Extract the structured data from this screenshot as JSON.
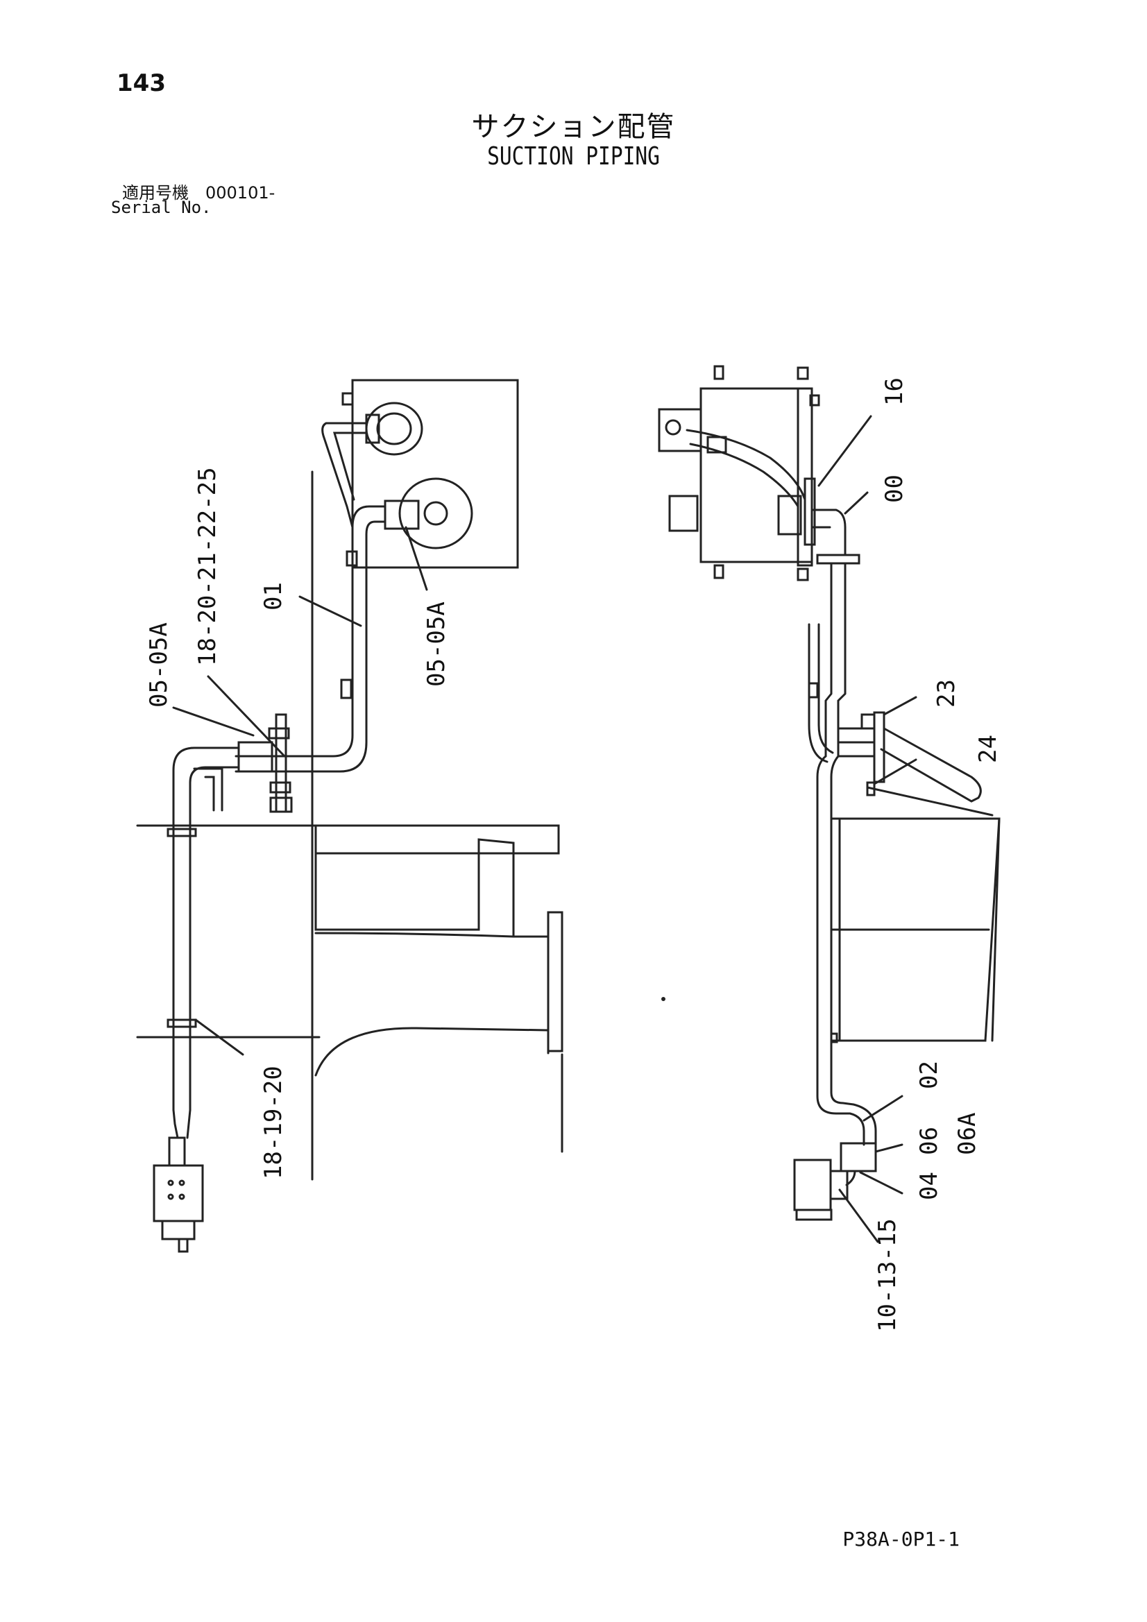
{
  "page": {
    "number": "143",
    "title_jp": "サクション配管",
    "title_en": "SUCTION PIPING",
    "serial_jp": "適用号機　000101-",
    "serial_en": "Serial No.",
    "code": "P38A-0P1-1"
  },
  "callouts": {
    "c1": "18-20-21-22-25",
    "c2": "05-05A",
    "c3": "01",
    "c4": "05-05A",
    "c5": "18-19-20",
    "c6": "16",
    "c7": "00",
    "c8": "23",
    "c9": "24",
    "c10": "02",
    "c11": "06",
    "c12": "06A",
    "c13": "04",
    "c14": "10-13-15"
  }
}
